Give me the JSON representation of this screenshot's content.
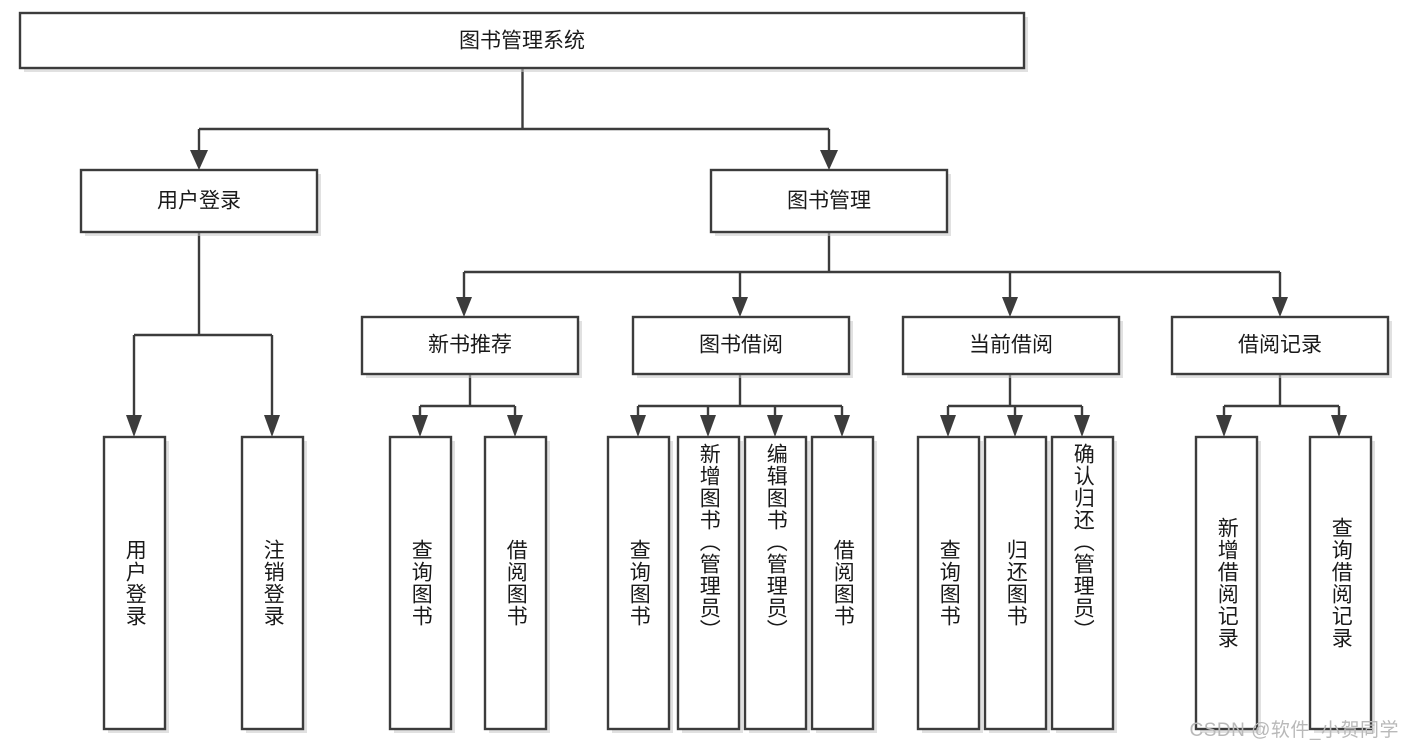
{
  "diagram": {
    "type": "tree-hierarchy-chart",
    "title": "图书管理系统",
    "watermark": "CSDN @软件_小贺同学",
    "colors": {
      "stroke": "#3c3c3c",
      "fill": "#ffffff",
      "text": "#1a1a1a",
      "shadow": "#c8c8c8",
      "watermark": "#b9b9b9"
    },
    "levels": [
      {
        "level": 1,
        "nodes": [
          {
            "id": "root",
            "label": "图书管理系统",
            "orientation": "horizontal"
          }
        ]
      },
      {
        "level": 2,
        "nodes": [
          {
            "id": "user-login",
            "label": "用户登录",
            "orientation": "horizontal",
            "parent": "root"
          },
          {
            "id": "book-manage",
            "label": "图书管理",
            "orientation": "horizontal",
            "parent": "root"
          }
        ]
      },
      {
        "level": 3,
        "nodes": [
          {
            "id": "new-book-rec",
            "label": "新书推荐",
            "orientation": "horizontal",
            "parent": "book-manage"
          },
          {
            "id": "book-borrow",
            "label": "图书借阅",
            "orientation": "horizontal",
            "parent": "book-manage"
          },
          {
            "id": "current-borrow",
            "label": "当前借阅",
            "orientation": "horizontal",
            "parent": "book-manage"
          },
          {
            "id": "borrow-record",
            "label": "借阅记录",
            "orientation": "horizontal",
            "parent": "book-manage"
          }
        ]
      },
      {
        "level": 4,
        "nodes": [
          {
            "id": "leaf-user-login",
            "label": "用户登录",
            "orientation": "vertical",
            "parent": "user-login"
          },
          {
            "id": "leaf-logout",
            "label": "注销登录",
            "orientation": "vertical",
            "parent": "user-login"
          },
          {
            "id": "leaf-query-book-1",
            "label": "查询图书",
            "orientation": "vertical",
            "parent": "new-book-rec"
          },
          {
            "id": "leaf-borrow-book-1",
            "label": "借阅图书",
            "orientation": "vertical",
            "parent": "new-book-rec"
          },
          {
            "id": "leaf-query-book-2",
            "label": "查询图书",
            "orientation": "vertical",
            "parent": "book-borrow"
          },
          {
            "id": "leaf-add-book",
            "label": "新增图书（管理员）",
            "orientation": "vertical",
            "parent": "book-borrow"
          },
          {
            "id": "leaf-edit-book",
            "label": "编辑图书（管理员）",
            "orientation": "vertical",
            "parent": "book-borrow"
          },
          {
            "id": "leaf-borrow-book-2",
            "label": "借阅图书",
            "orientation": "vertical",
            "parent": "book-borrow"
          },
          {
            "id": "leaf-query-book-3",
            "label": "查询图书",
            "orientation": "vertical",
            "parent": "current-borrow"
          },
          {
            "id": "leaf-return-book",
            "label": "归还图书",
            "orientation": "vertical",
            "parent": "current-borrow"
          },
          {
            "id": "leaf-confirm-return",
            "label": "确认归还（管理员）",
            "orientation": "vertical",
            "parent": "current-borrow"
          },
          {
            "id": "leaf-add-record",
            "label": "新增借阅记录",
            "orientation": "vertical",
            "parent": "borrow-record"
          },
          {
            "id": "leaf-query-record",
            "label": "查询借阅记录",
            "orientation": "vertical",
            "parent": "borrow-record"
          }
        ]
      }
    ]
  }
}
